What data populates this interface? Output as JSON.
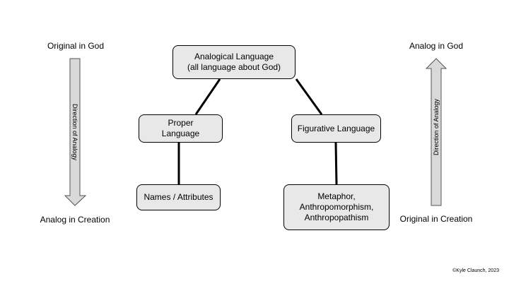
{
  "left_axis": {
    "top": "Original in God",
    "bottom": "Analog in Creation",
    "arrow_label": "Direction of Analogy",
    "direction": "down"
  },
  "right_axis": {
    "top": "Analog in God",
    "bottom": "Original in Creation",
    "arrow_label": "Direction of Analogy",
    "direction": "up"
  },
  "nodes": {
    "root": "Analogical Language\n(all language about God)",
    "proper": "Proper\nLanguage",
    "figurative": "Figurative Language",
    "names": "Names / Attributes",
    "metaphor": "Metaphor,\nAnthropomorphism,\nAnthropopathism"
  },
  "copyright": "©Kyle Claunch, 2023",
  "colors": {
    "box_fill": "#e8e8e8",
    "arrow_fill": "#d9d9d9"
  }
}
